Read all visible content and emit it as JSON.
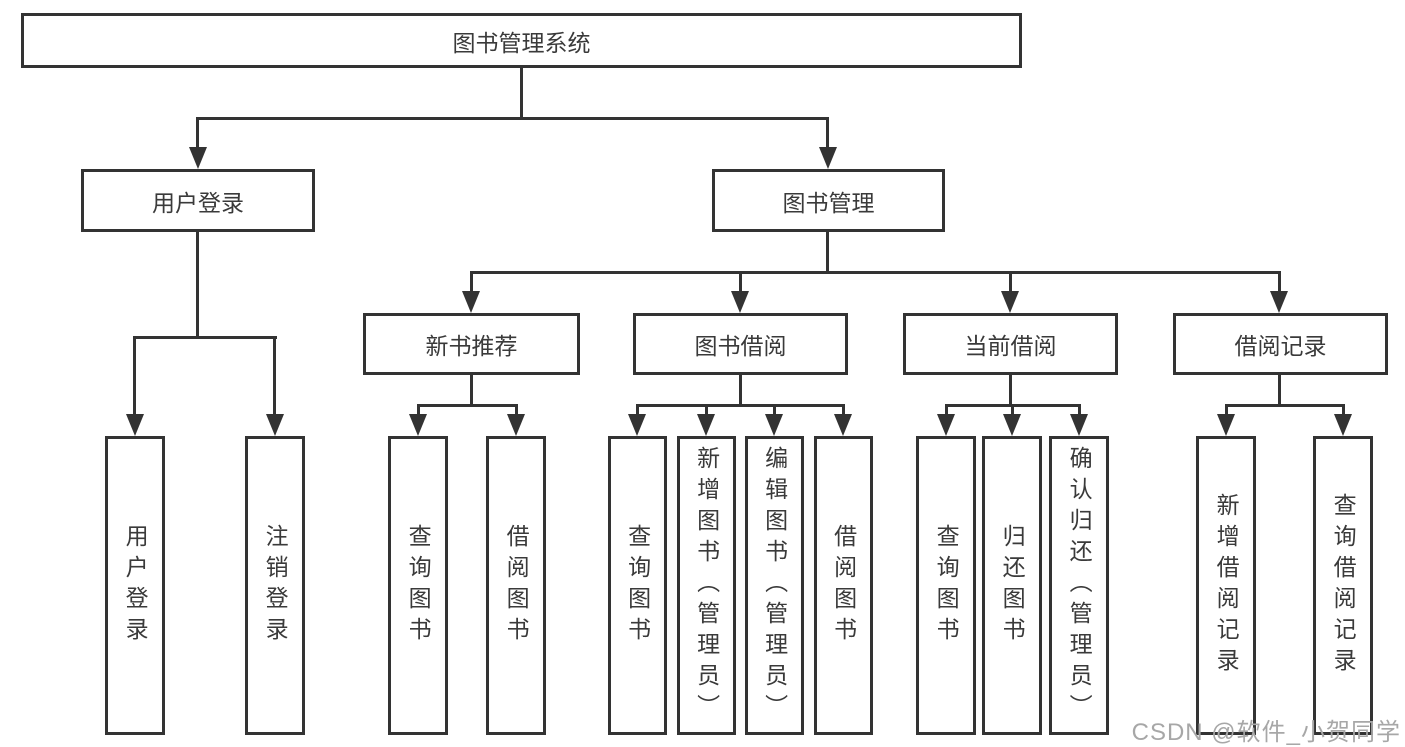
{
  "tree": {
    "root": {
      "label": "图书管理系统"
    },
    "children": [
      {
        "label": "用户登录",
        "children": [
          {
            "label": "用户登录"
          },
          {
            "label": "注销登录"
          }
        ]
      },
      {
        "label": "图书管理",
        "children": [
          {
            "label": "新书推荐",
            "children": [
              {
                "label": "查询图书"
              },
              {
                "label": "借阅图书"
              }
            ]
          },
          {
            "label": "图书借阅",
            "children": [
              {
                "label": "查询图书"
              },
              {
                "label": "新增图书（管理员）"
              },
              {
                "label": "编辑图书（管理员）"
              },
              {
                "label": "借阅图书"
              }
            ]
          },
          {
            "label": "当前借阅",
            "children": [
              {
                "label": "查询图书"
              },
              {
                "label": "归还图书"
              },
              {
                "label": "确认归还（管理员）"
              }
            ]
          },
          {
            "label": "借阅记录",
            "children": [
              {
                "label": "新增借阅记录"
              },
              {
                "label": "查询借阅记录"
              }
            ]
          }
        ]
      }
    ]
  },
  "watermark": {
    "text": "CSDN @软件_小贺同学"
  },
  "colors": {
    "line": "#333333",
    "text": "#3a3a3a",
    "box_fill": "#ffffff",
    "background": "#ffffff",
    "watermark": "#a7a7a7"
  }
}
